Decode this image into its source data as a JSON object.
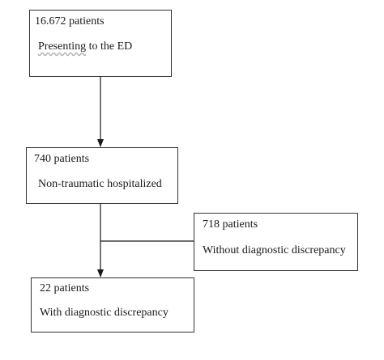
{
  "flowchart": {
    "ed_box": {
      "count": "16.672 patients",
      "desc_underlined": "Presenting",
      "desc_rest": " to the ED"
    },
    "hospitalized_box": {
      "count": "740 patients",
      "desc": "Non-traumatic hospitalized"
    },
    "no_discrepancy_box": {
      "count": "718 patients",
      "desc": "Without diagnostic discrepancy"
    },
    "discrepancy_box": {
      "count": "22 patients",
      "desc": "With diagnostic discrepancy"
    }
  }
}
